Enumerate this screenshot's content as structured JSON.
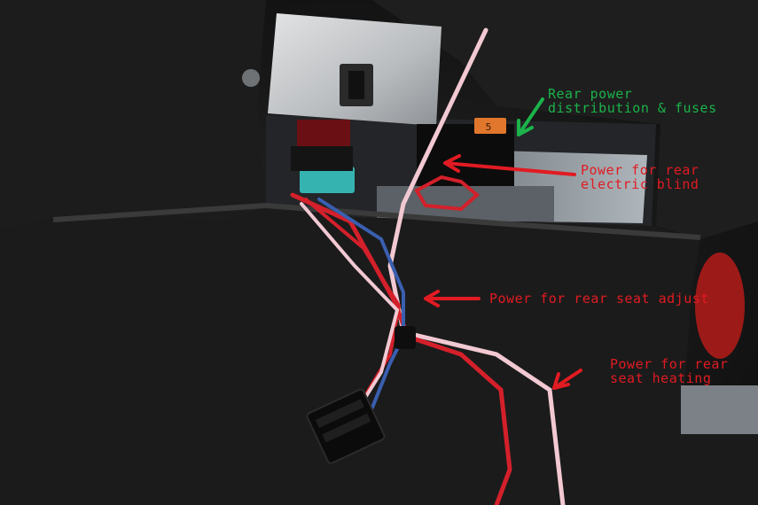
{
  "annotations": {
    "distribution": {
      "text": "Rear power\ndistribution & fuses",
      "color": "#1bb34a"
    },
    "blind": {
      "text": "Power for rear\nelectric blind",
      "color": "#e11b22"
    },
    "seat_adjust": {
      "text": "Power for rear seat adjust",
      "color": "#e11b22"
    },
    "seat_heating": {
      "text": "Power for rear\nseat heating",
      "color": "#e11b22"
    }
  },
  "fuse_marking": "5",
  "colors": {
    "carpet": "#1a1a1a",
    "panel_grey": "#9aa3a8",
    "metal_bracket": "#c9cbcd",
    "wire_red": "#d4202a",
    "wire_pink": "#f2c9d2",
    "wire_blue": "#3a5fb0",
    "fuse_blue": "#35b3b1",
    "fuse_orange": "#e0772c"
  }
}
